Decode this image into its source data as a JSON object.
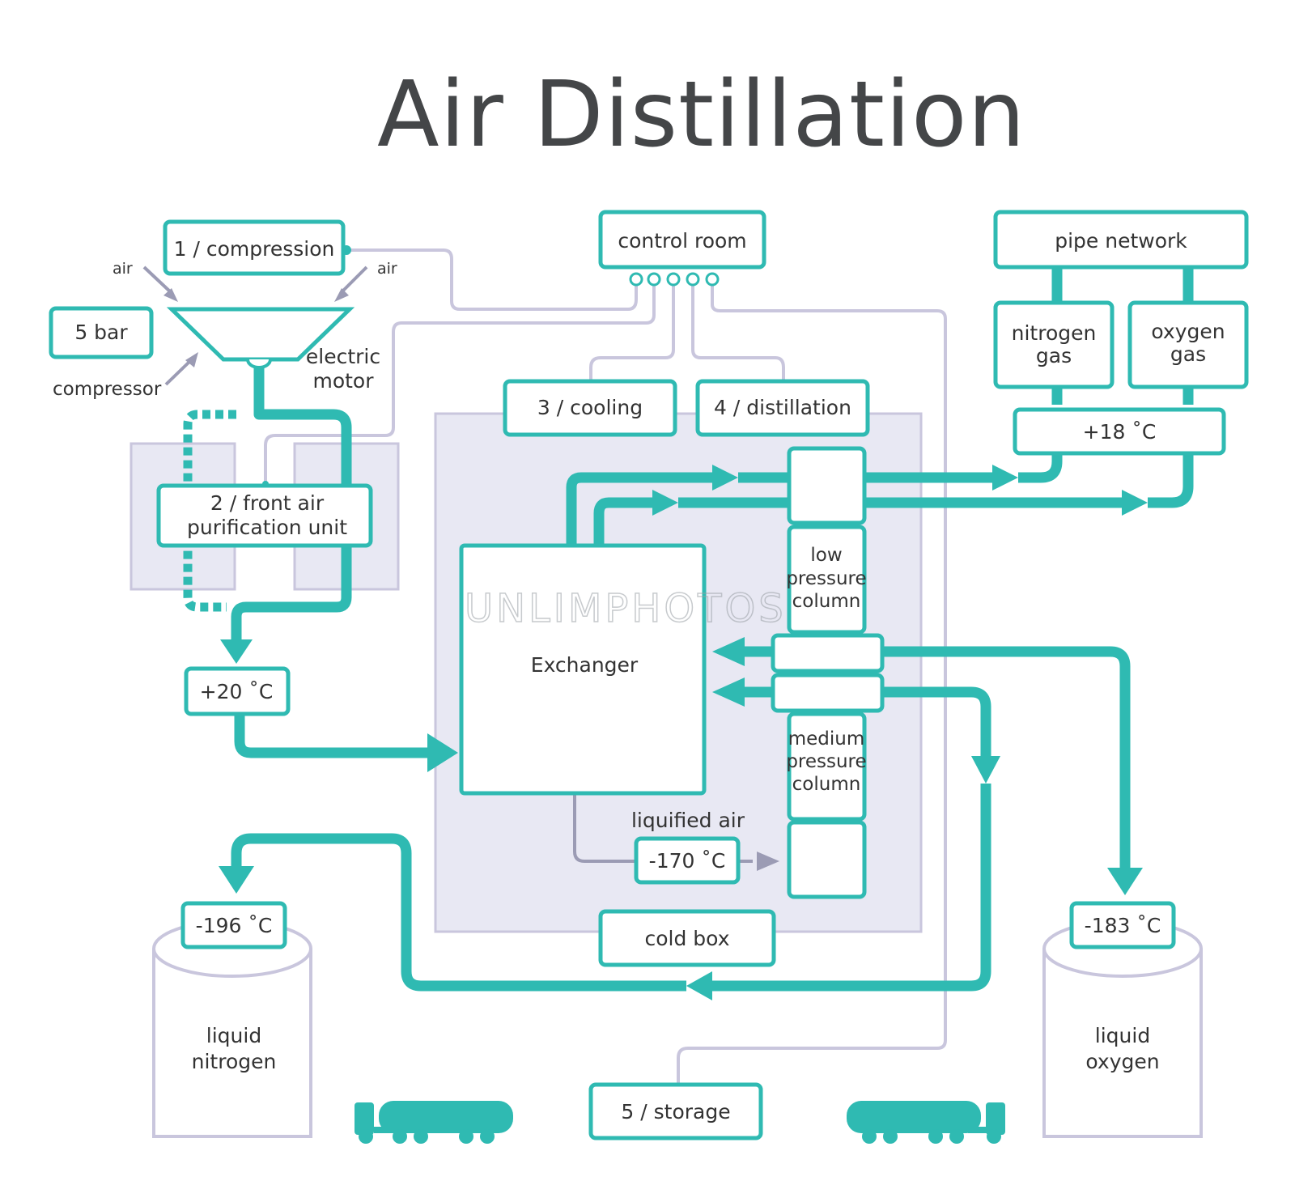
{
  "title": "Air Distillation",
  "watermark": "UNLIMPHOTOS",
  "colors": {
    "flow": "#2fbab2",
    "control_line": "#c9c6dd",
    "cold_box": "#e8e8f3",
    "title": "#444648"
  },
  "labels": {
    "compression": "1 / compression",
    "air_left": "air",
    "air_right": "air",
    "pressure": "5  bar",
    "compressor": "compressor",
    "electric": "electric",
    "motor": "motor",
    "purification_line1": "2 / front  air",
    "purification_line2": "purification  unit",
    "temp_20": "+20 ˚C",
    "control_room": "control  room",
    "cooling": "3 / cooling",
    "distillation": "4 / distillation",
    "pipe_network": "pipe  network",
    "nitrogen_gas_1": "nitrogen",
    "nitrogen_gas_2": "gas",
    "oxygen_gas_1": "oxygen",
    "oxygen_gas_2": "gas",
    "temp_18": "+18 ˚C",
    "exchanger": "Exchanger",
    "low_1": "low",
    "low_2": "pressure",
    "low_3": "column",
    "medium_1": "medium",
    "medium_2": "pressure",
    "medium_3": "column",
    "liquified_air": "liquified  air",
    "temp_170": "-170 ˚C",
    "cold_box": "cold  box",
    "temp_196": "-196 ˚C",
    "temp_183": "-183 ˚C",
    "liquid_nitrogen_1": "liquid",
    "liquid_nitrogen_2": "nitrogen",
    "liquid_oxygen_1": "liquid",
    "liquid_oxygen_2": "oxygen",
    "storage": "5 / storage"
  },
  "icons": [
    "air-arrow-icon",
    "compressor-funnel-icon",
    "tanker-truck-icon"
  ]
}
